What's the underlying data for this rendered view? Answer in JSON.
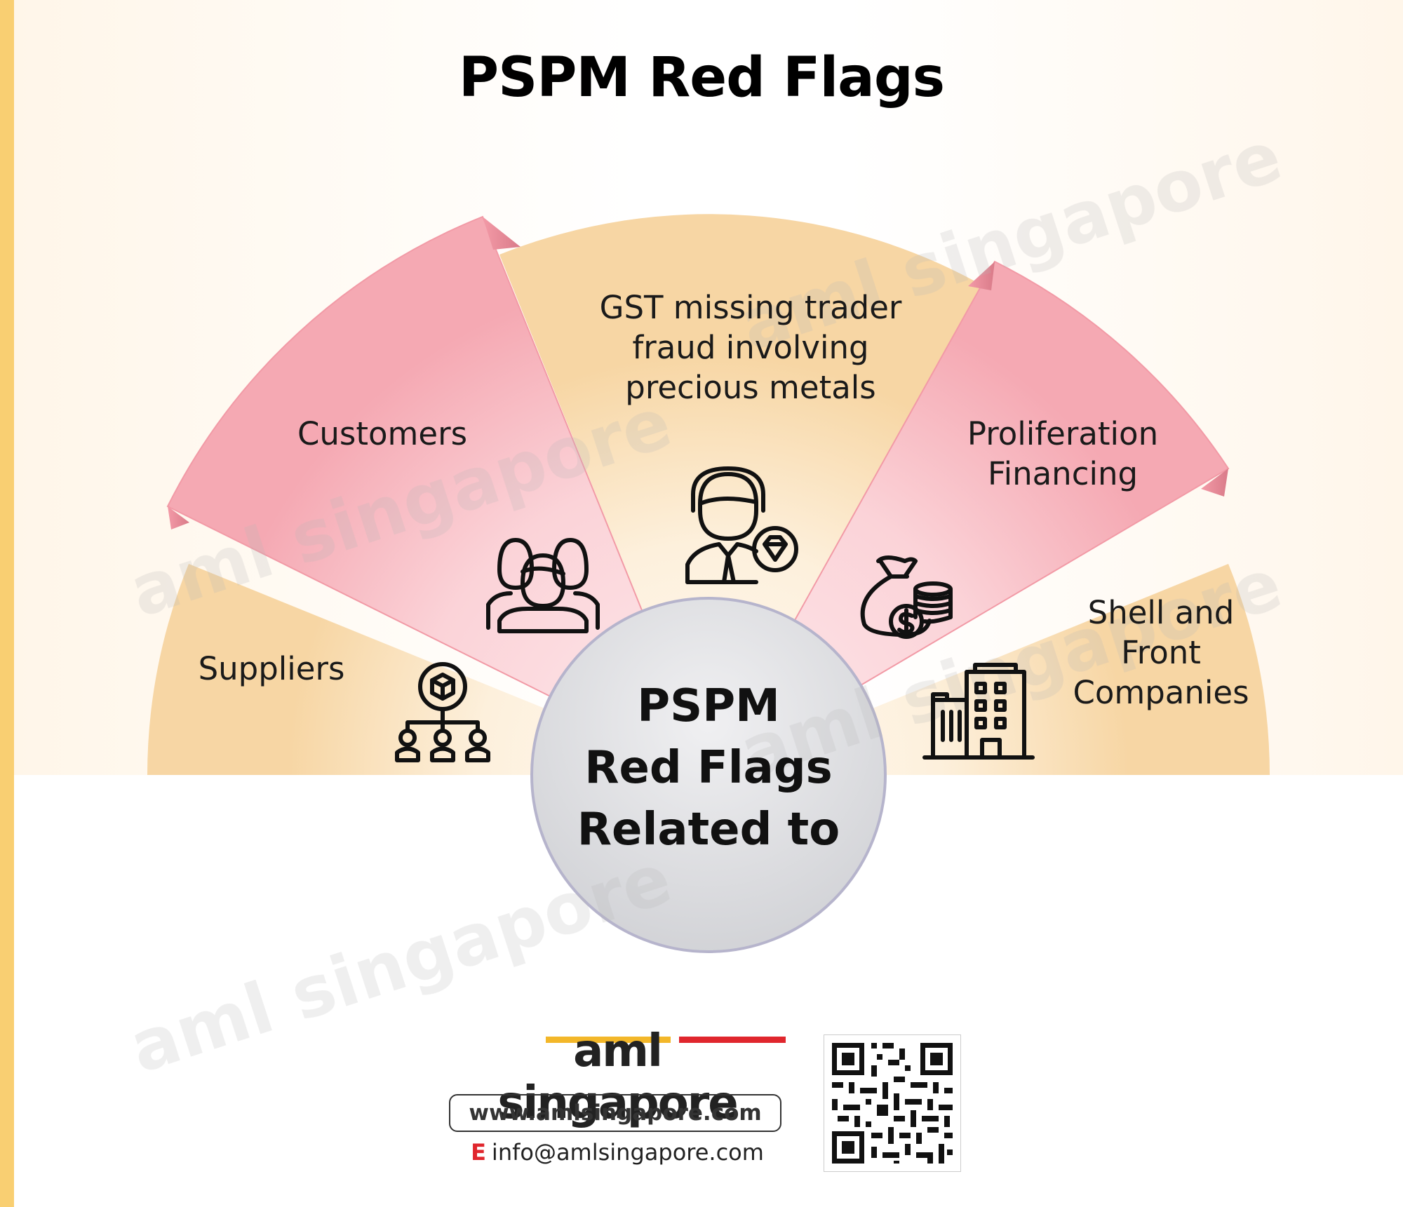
{
  "title": "PSPM Red Flags",
  "hub": {
    "label": "PSPM\nRed Flags\nRelated to"
  },
  "segments": [
    {
      "label": "Suppliers",
      "icon": "supplier-network-icon"
    },
    {
      "label": "Customers",
      "icon": "customers-group-icon"
    },
    {
      "label": "GST missing trader\nfraud involving\nprecious metals",
      "icon": "trader-diamond-icon"
    },
    {
      "label": "Proliferation\nFinancing",
      "icon": "money-bag-coins-icon"
    },
    {
      "label": "Shell and\nFront\nCompanies",
      "icon": "office-buildings-icon"
    }
  ],
  "watermark": "aml singapore",
  "footer": {
    "brand": "aml singapore",
    "url": "www.amlsingapore.com",
    "email_prefix": "E",
    "email": "info@amlsingapore.com",
    "qr_icon": "qr-code-icon"
  },
  "colors": {
    "pink": "#f6b7be",
    "peach": "#f9dcb0",
    "hub": "#dcdde0",
    "accent_yellow": "#f3b729",
    "accent_red": "#e0262d",
    "stripe": "#f9cf72"
  }
}
